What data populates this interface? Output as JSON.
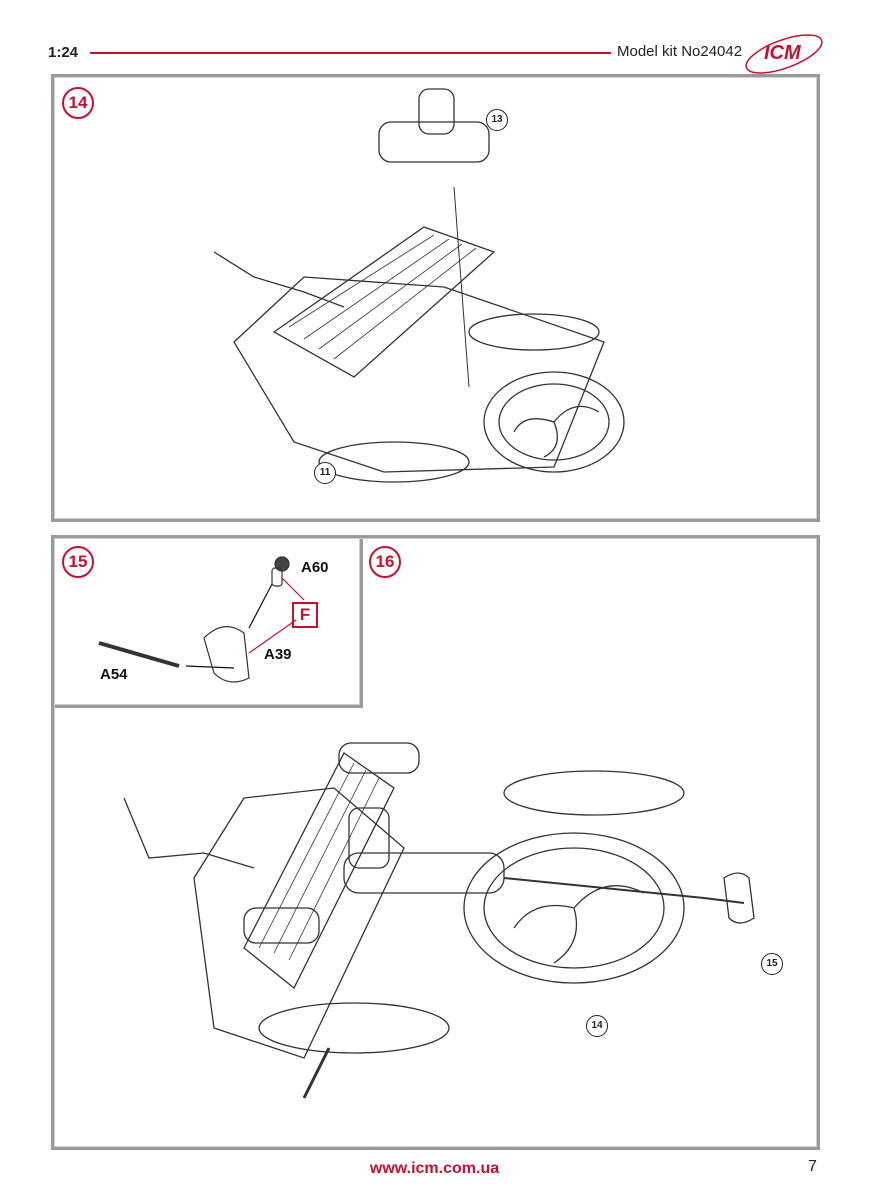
{
  "header": {
    "scale": "1:24",
    "model_kit": "Model kit No24042",
    "logo_text": "ICM"
  },
  "steps": [
    {
      "number": "14",
      "callouts": [
        "13",
        "11"
      ]
    },
    {
      "number": "15",
      "parts": [
        "A60",
        "A39",
        "A54"
      ],
      "glue_marker": "F"
    },
    {
      "number": "16",
      "callouts": [
        "15",
        "14"
      ]
    }
  ],
  "footer": {
    "url": "www.icm.com.ua",
    "page_number": "7"
  },
  "colors": {
    "accent": "#c8102e",
    "frame": "#9a9a9a"
  }
}
